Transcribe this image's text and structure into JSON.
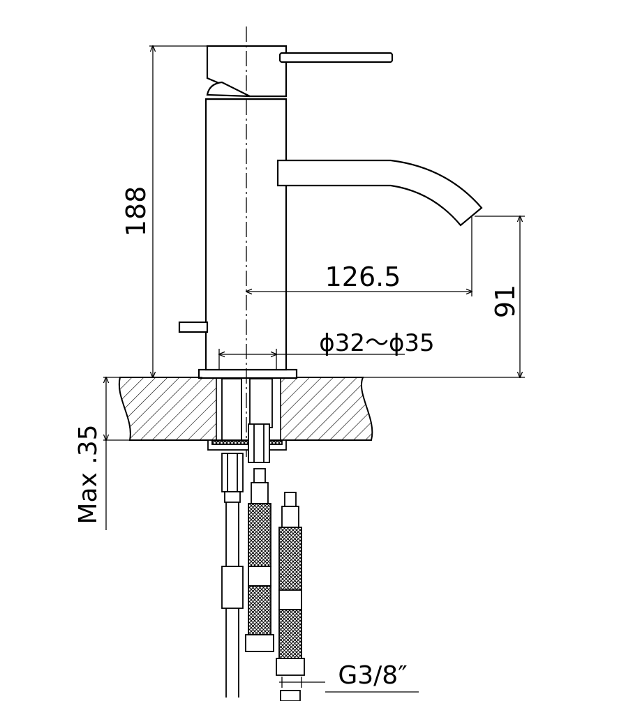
{
  "diagram": {
    "dimensions": {
      "overall_height": "188",
      "spout_reach": "126.5",
      "spout_height": "91",
      "hole_diameter": "ϕ32～ϕ35",
      "max_counter_thickness": "Max .35",
      "thread_size": "G3/8″"
    },
    "colors": {
      "line": "#000000",
      "background": "#ffffff"
    }
  }
}
